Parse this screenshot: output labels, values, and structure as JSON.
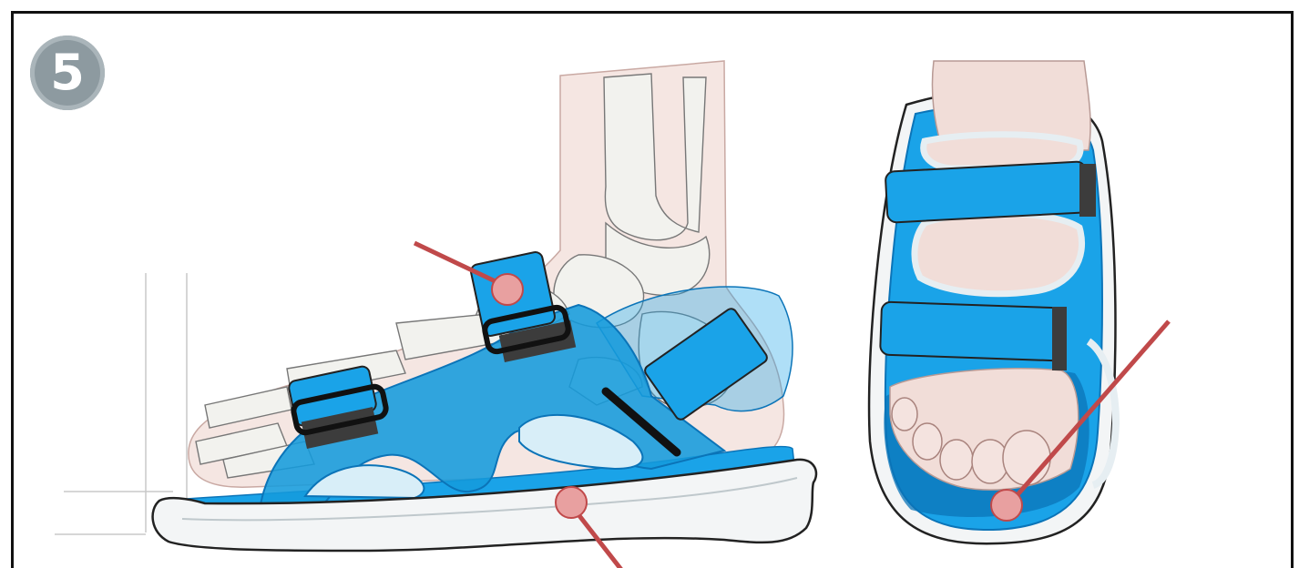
{
  "figure": {
    "step_number": "5"
  },
  "colors": {
    "strap_blue": "#1aa3e8",
    "strap_dark": "#0b74b8",
    "sole_white": "#f3f5f6",
    "skin": "#f1ddd8",
    "bone": "#f2f2ee",
    "marker_fill": "#e8a0a0",
    "pointer_line": "#c0494a",
    "buckle_dark": "#3c3c3c",
    "badge_gray": "#8d9aa0"
  },
  "views": [
    {
      "name": "side-view",
      "description_label": ""
    },
    {
      "name": "top-view",
      "description_label": ""
    }
  ],
  "markers": [
    {
      "name": "marker-upper-strap"
    },
    {
      "name": "marker-sole"
    },
    {
      "name": "marker-toe-bed"
    }
  ],
  "icons": {
    "step": "numbered-circle-badge"
  }
}
